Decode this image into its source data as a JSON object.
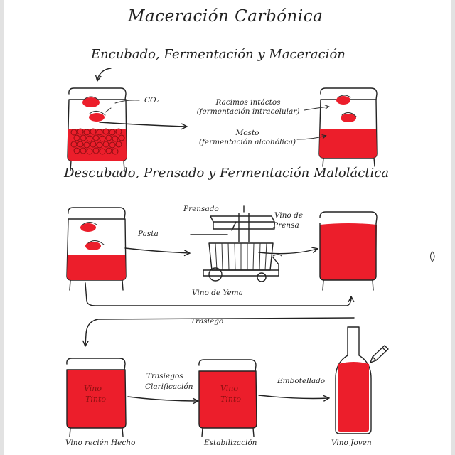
{
  "title": "Maceración Carbónica",
  "stage1": {
    "heading": "Encubado, Fermentación y Maceración",
    "co2": "CO₂",
    "whole_clusters": "Racimos intáctos",
    "whole_clusters_note": "(fermentación intracelular)",
    "must": "Mosto",
    "must_note": "(fermentación alcohólica)"
  },
  "stage2": {
    "heading": "Descubado, Prensado y Fermentación Maloláctica",
    "press": "Prensado",
    "pomace": "Pasta",
    "press_wine_1": "Vino de",
    "press_wine_2": "Prensa",
    "free_run_wine": "Vino de Yema"
  },
  "stage3": {
    "racking": "Traslego",
    "racking_clarification_1": "Trasiegos",
    "racking_clarification_2": "Clarificación",
    "bottling": "Embotellado",
    "tank_label_1": "Vino",
    "tank_label_2": "Tinto",
    "new_wine": "Vino recién Hecho",
    "stabilization": "Estabilización",
    "young_wine": "Vino Joven"
  },
  "colors": {
    "wine": "#ec1e2b",
    "ink": "#222222",
    "page": "#ffffff",
    "border": "#e2e2e2"
  }
}
